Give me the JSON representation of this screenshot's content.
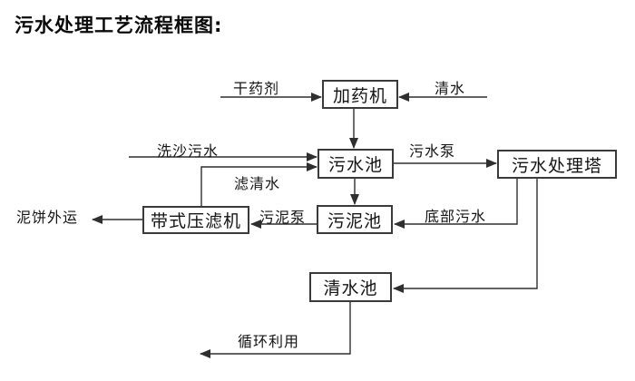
{
  "title": "污水处理工艺流程框图:",
  "nodes": {
    "dosing_machine": {
      "label": "加药机"
    },
    "sewage_pool": {
      "label": "污水池"
    },
    "treatment_tower": {
      "label": "污水处理塔"
    },
    "sludge_pool": {
      "label": "污泥池"
    },
    "belt_filter_press": {
      "label": "带式压滤机"
    },
    "clean_water_pool": {
      "label": "清水池"
    }
  },
  "flow_labels": {
    "dry_chemical": "干药剂",
    "clean_water": "清水",
    "sand_washing_sewage": "洗沙污水",
    "sewage_pump": "污水泵",
    "filtered_water": "滤清水",
    "sludge_pump": "污泥泵",
    "bottom_sewage": "底部污水",
    "mud_cake_out": "泥饼外运",
    "recycling": "循环利用"
  },
  "connections": [
    {
      "from": "external",
      "to": "加药机",
      "label": "干药剂"
    },
    {
      "from": "external",
      "to": "加药机",
      "label": "清水"
    },
    {
      "from": "加药机",
      "to": "污水池",
      "label": ""
    },
    {
      "from": "external",
      "to": "污水池",
      "label": "洗沙污水"
    },
    {
      "from": "带式压滤机",
      "to": "污水池",
      "label": "滤清水"
    },
    {
      "from": "污水池",
      "to": "污水处理塔",
      "label": "污水泵"
    },
    {
      "from": "污水池",
      "to": "污泥池",
      "label": ""
    },
    {
      "from": "污水处理塔",
      "to": "污泥池",
      "label": "底部污水"
    },
    {
      "from": "污泥池",
      "to": "带式压滤机",
      "label": "污泥泵"
    },
    {
      "from": "带式压滤机",
      "to": "external",
      "label": "泥饼外运"
    },
    {
      "from": "污水处理塔",
      "to": "清水池",
      "label": ""
    },
    {
      "from": "清水池",
      "to": "external",
      "label": "循环利用"
    }
  ],
  "colors": {
    "line": "#2f2f2f",
    "text": "#141414",
    "background": "#ffffff"
  }
}
